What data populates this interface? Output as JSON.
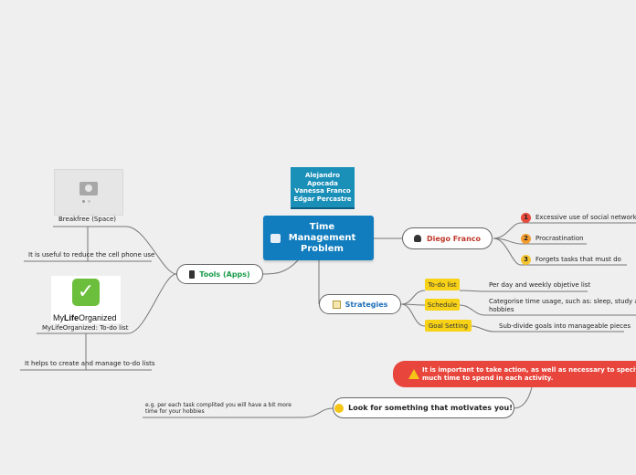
{
  "central": {
    "title": "Time Management Problem",
    "title_lines": [
      "Time",
      "Management",
      "Problem"
    ]
  },
  "authors": [
    "Alejandro",
    "Apocada",
    "Vanessa Franco",
    "Edgar Percastre"
  ],
  "tools": {
    "label": "Tools (Apps)",
    "breakfree_label": "Breakfree (Space)",
    "breakfree_desc": "It is useful to reduce the cell phone use",
    "mylife_logo": {
      "my": "My",
      "life": "Life",
      "organized": "Organized"
    },
    "mylife_label": "MyLifeOrganized: To-do list",
    "mylife_desc": "It helps to create and manage to-do lists"
  },
  "diego": {
    "label": "Diego Franco",
    "items": [
      {
        "num": "1",
        "text": "Excessive use of social networks",
        "color": "#e84a3c"
      },
      {
        "num": "2",
        "text": "Procrastination",
        "color": "#f39c2f"
      },
      {
        "num": "3",
        "text": "Forgets tasks that must do",
        "color": "#f4c430"
      }
    ]
  },
  "strategies": {
    "label": "Strategies",
    "items": [
      {
        "tag": "To-do list",
        "desc": [
          "Per day and weekly objetive list"
        ]
      },
      {
        "tag": "Schedule",
        "desc": [
          "Categorise time usage, such as: sleep, study and",
          "hobbies"
        ]
      },
      {
        "tag": "Goal Setting",
        "desc": [
          "Sub-divide goals into manageable pieces"
        ]
      }
    ]
  },
  "motivates": {
    "label": "Look for something that motivates you!",
    "note": [
      "e.g. per each task complited you will have a bit more",
      "time for your hobbies"
    ]
  },
  "warning": {
    "text": [
      "It is important to take action, as well as necessary to specify",
      "much time to spend in each activity."
    ]
  },
  "colors": {
    "central": "#117dbe",
    "authors": "#1a8fb8",
    "tools_text": "#1a9c4a",
    "diego_text": "#c0392b",
    "strategies_text": "#1f6fb8",
    "tag": "#f7d217",
    "warning": "#e8453c"
  }
}
